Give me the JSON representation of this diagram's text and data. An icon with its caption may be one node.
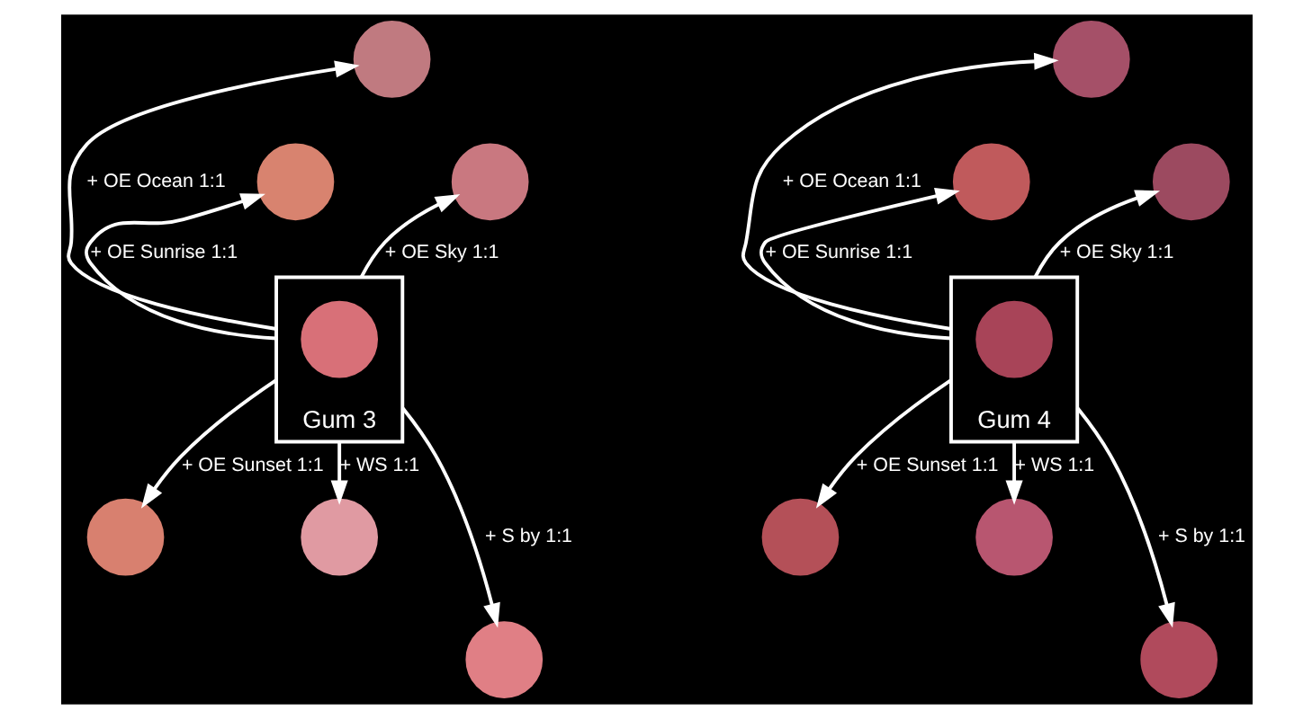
{
  "diagram": {
    "nodes": [
      {
        "text": [
          "Gum 3"
        ]
      },
      {
        "text": [],
        "shape": "circle",
        "in": 0
      },
      {
        "text": [],
        "shape": "circle"
      },
      {
        "text": [],
        "shape": "circle"
      },
      {
        "text": [],
        "shape": "circle"
      },
      {
        "text": [],
        "shape": "circle"
      },
      {
        "text": [],
        "shape": "circle"
      },
      {
        "text": [],
        "shape": "circle"
      },
      {
        "text": [
          "Gum 4"
        ]
      },
      {
        "text": [],
        "shape": "circle",
        "in": 8
      },
      {
        "text": [],
        "shape": "circle"
      },
      {
        "text": [],
        "shape": "circle"
      },
      {
        "text": [],
        "shape": "circle"
      },
      {
        "text": [],
        "shape": "circle"
      },
      {
        "text": [],
        "shape": "circle"
      },
      {
        "text": [],
        "shape": "circle"
      }
    ],
    "edges": [
      {
        "from": 0,
        "to": 2,
        "arrow": "to",
        "label": "+ OE Ocean 1:1"
      },
      {
        "from": 0,
        "to": 3,
        "arrow": "to",
        "label": "+ OE Sunrise 1:1"
      },
      {
        "from": 0,
        "to": 4,
        "arrow": "to",
        "label": "+ OE Sky 1:1"
      },
      {
        "from": 0,
        "to": 5,
        "arrow": "to",
        "label": "+ OE Sunset 1:1"
      },
      {
        "from": 0,
        "to": 6,
        "arrow": "to",
        "label": "+ WS 1:1"
      },
      {
        "from": 0,
        "to": 7,
        "arrow": "to",
        "label": "+ S by 1:1"
      },
      {
        "from": 8,
        "to": 10,
        "arrow": "to",
        "label": "+ OE Ocean 1:1"
      },
      {
        "from": 8,
        "to": 11,
        "arrow": "to",
        "label": "+ OE Sunrise 1:1"
      },
      {
        "from": 8,
        "to": 12,
        "arrow": "to",
        "label": "+ OE Sky 1:1"
      },
      {
        "from": 8,
        "to": 13,
        "arrow": "to",
        "label": "+ OE Sunset 1:1"
      },
      {
        "from": 8,
        "to": 14,
        "arrow": "to",
        "label": "+ WS 1:1"
      },
      {
        "from": 8,
        "to": 15,
        "arrow": "to",
        "label": "+ S by 1:1"
      }
    ]
  }
}
